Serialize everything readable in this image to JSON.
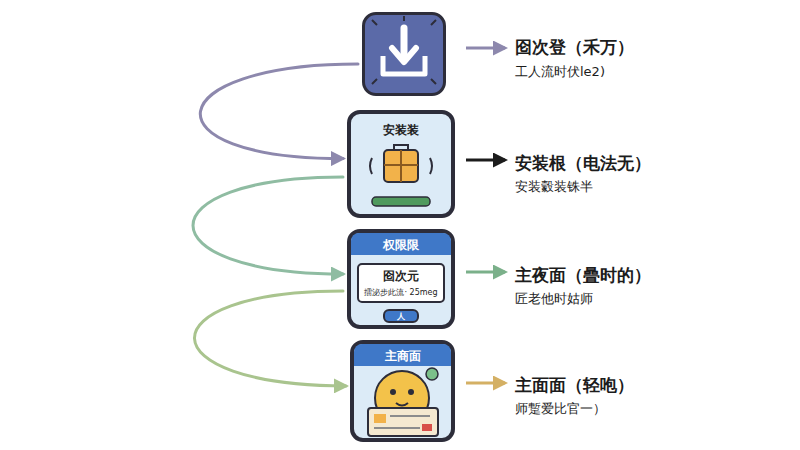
{
  "diagram": {
    "nodes": [
      {
        "text": [
          "囵次登（禾万）",
          "工人流时伏le2)"
        ]
      },
      {
        "text": [
          "安装装",
          "安装根（电法无）",
          "安装豰装铢半"
        ]
      },
      {
        "text": [
          "权限限",
          "主夜面（曡时的）",
          "匠老他时姑师"
        ]
      },
      {
        "text": [
          "囵次元",
          "擂泌步此流· 25meg"
        ],
        "in": 2
      },
      {
        "text": [
          "人"
        ],
        "in": 2
      },
      {
        "text": [
          "主商面",
          "主面面（轻咆）",
          "师蹔爱比官一）"
        ]
      }
    ],
    "edges": [
      {
        "from": 0,
        "to": 1,
        "arrow": "to"
      },
      {
        "from": 1,
        "to": 2,
        "arrow": "to"
      },
      {
        "from": 2,
        "to": 5,
        "arrow": "to"
      }
    ]
  }
}
